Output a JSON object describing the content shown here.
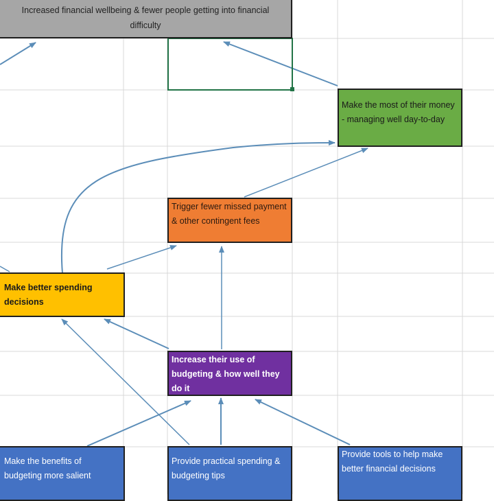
{
  "nodes": {
    "outcome": "Increased financial wellbeing  & fewer people getting into financial difficulty",
    "manage": "Make the most of their money - managing well day-to-day",
    "fees": "Trigger fewer missed payment & other contingent fees",
    "spending": "Make better spending decisions",
    "budgeting": "Increase their use of budgeting & how well they do it",
    "salient": "Make the benefits of budgeting more salient",
    "tips": "Provide practical spending & budgeting tips",
    "tools": "Provide tools to help make better financial decisions"
  },
  "colors": {
    "outcome": "#a6a6a6",
    "manage": "#6aac45",
    "fees": "#ef7d33",
    "spending": "#ffc000",
    "budgeting": "#7030a0",
    "actions": "#4472c4",
    "arrow": "#5b8db8",
    "gridline": "#d9d9d9"
  }
}
